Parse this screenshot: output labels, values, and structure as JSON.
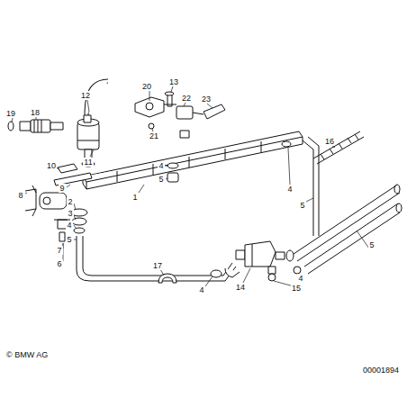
{
  "diagram": {
    "labels": [
      "12",
      "20",
      "13",
      "22",
      "23",
      "19",
      "18",
      "11",
      "21",
      "16",
      "4",
      "5",
      "4",
      "5",
      "10",
      "8",
      "9",
      "1",
      "2",
      "3",
      "4",
      "5",
      "7",
      "6",
      "17",
      "14",
      "4",
      "4",
      "15",
      "5",
      "© BMW AG",
      "00001894"
    ]
  }
}
